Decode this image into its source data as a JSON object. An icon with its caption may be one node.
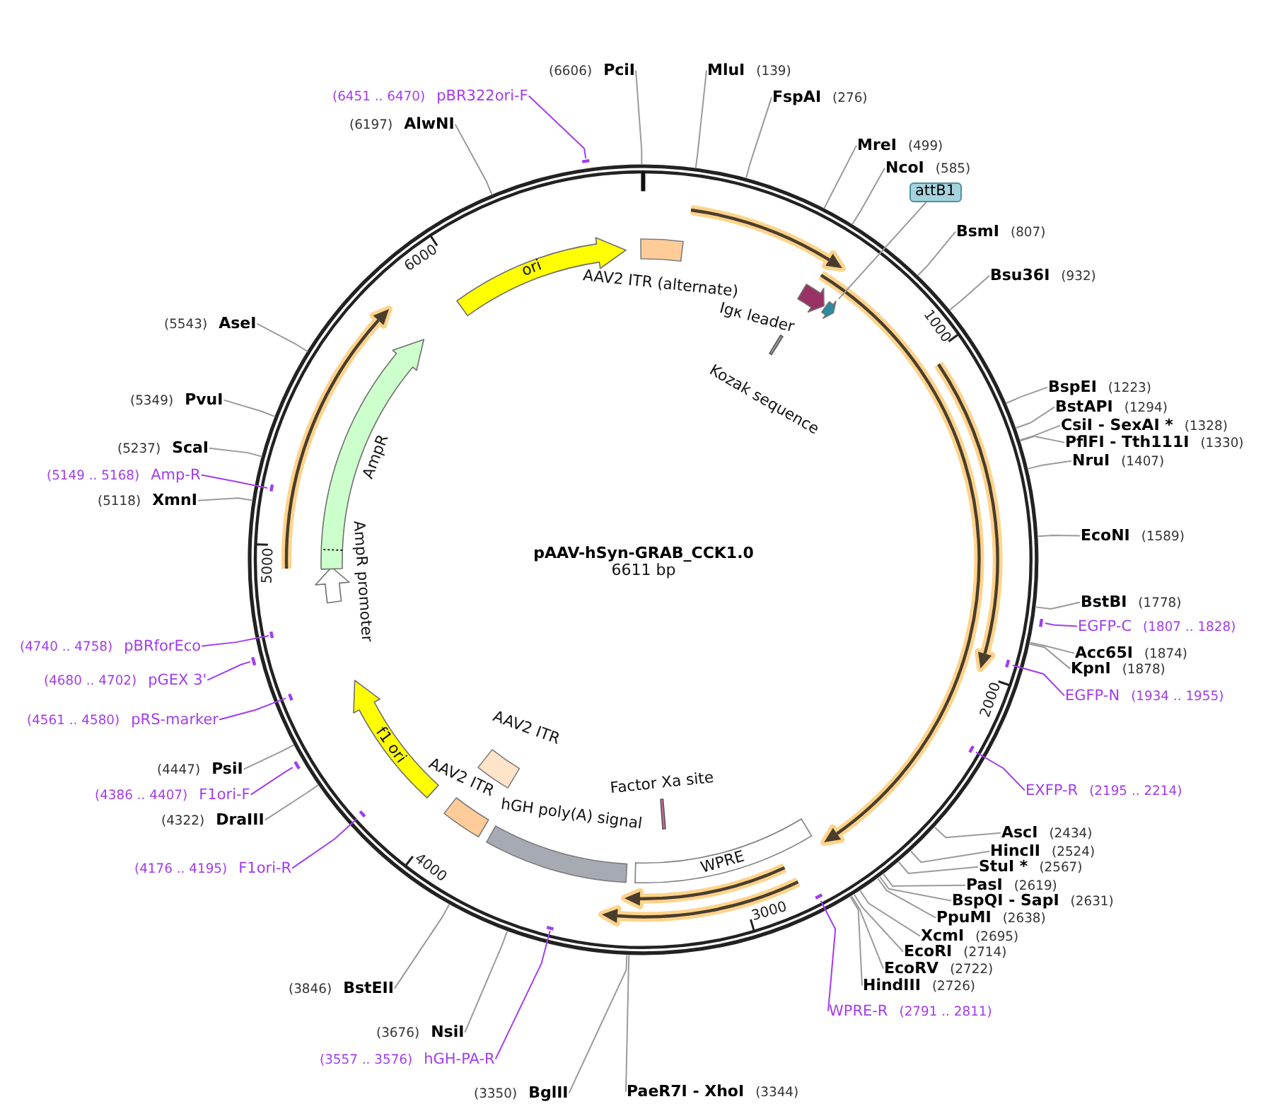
{
  "diagram": {
    "nodes": [
      {
        "text": [
          "pAAV-hSyn-GRAB_CCK1.0",
          "6611 bp"
        ]
      },
      {
        "text": [
          "AAV2 ITR (alternate)"
        ],
        "in": 0
      },
      {
        "text": [
          "Kozak sequence"
        ],
        "in": 0
      },
      {
        "text": [
          "Igκ leader"
        ],
        "in": 0
      },
      {
        "text": [],
        "shape": "arrow",
        "in": 0
      },
      {
        "text": [
          "WPRE"
        ],
        "in": 0
      },
      {
        "text": [
          "Factor Xa site"
        ],
        "in": 0
      },
      {
        "text": [
          "hGH poly(A) signal"
        ],
        "in": 0
      },
      {
        "text": [
          "AAV2 ITR"
        ],
        "in": 0
      },
      {
        "text": [
          "AAV2 ITR"
        ],
        "in": 0
      },
      {
        "text": [
          "f1 ori"
        ],
        "in": 0
      },
      {
        "text": [
          "AmpR promoter"
        ],
        "in": 0
      },
      {
        "text": [
          "AmpR"
        ],
        "in": 0
      },
      {
        "text": [
          "ori"
        ],
        "in": 0
      },
      {
        "text": [
          "(6606)",
          "PciI"
        ]
      },
      {
        "text": [
          "MluI",
          "(139)"
        ]
      },
      {
        "text": [
          "FspAI",
          "(276)"
        ]
      },
      {
        "text": [
          "MreI",
          "(499)"
        ]
      },
      {
        "text": [
          "NcoI",
          "(585)"
        ]
      },
      {
        "text": [
          "attB1"
        ]
      },
      {
        "text": [
          "BsmI",
          "(807)"
        ]
      },
      {
        "text": [
          "Bsu36I",
          "(932)"
        ]
      },
      {
        "text": [
          "BspEI",
          "(1223)"
        ]
      },
      {
        "text": [
          "BstAPI",
          "(1294)"
        ]
      },
      {
        "text": [
          "CsiI - SexAI *",
          "(1328)"
        ]
      },
      {
        "text": [
          "PflFI - Tth111I",
          "(1330)"
        ]
      },
      {
        "text": [
          "NruI",
          "(1407)"
        ]
      },
      {
        "text": [
          "EcoNI",
          "(1589)"
        ]
      },
      {
        "text": [
          "BstBI",
          "(1778)"
        ]
      },
      {
        "text": [
          "EGFP-C",
          "(1807 .. 1828)"
        ]
      },
      {
        "text": [
          "Acc65I",
          "(1874)"
        ]
      },
      {
        "text": [
          "KpnI",
          "(1878)"
        ]
      },
      {
        "text": [
          "EGFP-N",
          "(1934 .. 1955)"
        ]
      },
      {
        "text": [
          "EXFP-R",
          "(2195 .. 2214)"
        ]
      },
      {
        "text": [
          "AscI",
          "(2434)"
        ]
      },
      {
        "text": [
          "HincII",
          "(2524)"
        ]
      },
      {
        "text": [
          "StuI *",
          "(2567)"
        ]
      },
      {
        "text": [
          "PasI",
          "(2619)"
        ]
      },
      {
        "text": [
          "BspQI - SapI",
          "(2631)"
        ]
      },
      {
        "text": [
          "PpuMI",
          "(2638)"
        ]
      },
      {
        "text": [
          "XcmI",
          "(2695)"
        ]
      },
      {
        "text": [
          "EcoRI",
          "(2714)"
        ]
      },
      {
        "text": [
          "EcoRV",
          "(2722)"
        ]
      },
      {
        "text": [
          "HindIII",
          "(2726)"
        ]
      },
      {
        "text": [
          "WPRE-R",
          "(2791 .. 2811)"
        ]
      },
      {
        "text": [
          "PaeR7I - XhoI",
          "(3344)"
        ]
      },
      {
        "text": [
          "(3350)",
          "BglII"
        ]
      },
      {
        "text": [
          "(3557 .. 3576)",
          "hGH-PA-R"
        ]
      },
      {
        "text": [
          "(3676)",
          "NsiI"
        ]
      },
      {
        "text": [
          "(3846)",
          "BstEII"
        ]
      },
      {
        "text": [
          "(4176 .. 4195)",
          "F1ori-R"
        ]
      },
      {
        "text": [
          "(4322)",
          "DraIII"
        ]
      },
      {
        "text": [
          "(4386 .. 4407)",
          "F1ori-F"
        ]
      },
      {
        "text": [
          "(4447)",
          "PsiI"
        ]
      },
      {
        "text": [
          "(4561 .. 4580)",
          "pRS-marker"
        ]
      },
      {
        "text": [
          "(4680 .. 4702)",
          "pGEX 3'"
        ]
      },
      {
        "text": [
          "(4740 .. 4758)",
          "pBRforEco"
        ]
      },
      {
        "text": [
          "(5118)",
          "XmnI"
        ]
      },
      {
        "text": [
          "(5149 .. 5168)",
          "Amp-R"
        ]
      },
      {
        "text": [
          "(5237)",
          "ScaI"
        ]
      },
      {
        "text": [
          "(5349)",
          "PvuI"
        ]
      },
      {
        "text": [
          "(5543)",
          "AseI"
        ]
      },
      {
        "text": [
          "(6197)",
          "AlwNI"
        ]
      },
      {
        "text": [
          "(6451 .. 6470)",
          "pBR322ori-F"
        ]
      },
      {
        "text": [],
        "shape": "bar"
      },
      {
        "text": [],
        "shape": "bar",
        "in": 0
      },
      {
        "text": [],
        "shape": "bar",
        "in": 0
      },
      {
        "text": [],
        "shape": "bar",
        "in": 0
      },
      {
        "text": [],
        "shape": "bar",
        "in": 0
      },
      {
        "text": [],
        "shape": "bar",
        "in": 0
      },
      {
        "text": [],
        "shape": "bar"
      },
      {
        "text": [],
        "shape": "bar",
        "in": 0
      },
      {
        "text": [],
        "shape": "bar"
      },
      {
        "text": [],
        "shape": "bar",
        "in": 0
      },
      {
        "text": [],
        "shape": "bar",
        "in": 0
      },
      {
        "text": [],
        "shape": "bar"
      }
    ],
    "edges": [
      {
        "from": 14,
        "to": 0,
        "arrow": "none"
      },
      {
        "from": 15,
        "to": 0,
        "arrow": "none"
      },
      {
        "from": 16,
        "to": 0,
        "arrow": "none"
      },
      {
        "from": 17,
        "to": 0,
        "arrow": "none"
      },
      {
        "from": 18,
        "to": 0,
        "arrow": "none"
      },
      {
        "from": 19,
        "to": 4,
        "arrow": "none"
      },
      {
        "from": 20,
        "to": 0,
        "arrow": "none"
      },
      {
        "from": 21,
        "to": 0,
        "arrow": "none"
      },
      {
        "from": 22,
        "to": 0,
        "arrow": "none"
      },
      {
        "from": 23,
        "to": 0,
        "arrow": "none"
      },
      {
        "from": 24,
        "to": 0,
        "arrow": "none"
      },
      {
        "from": 25,
        "to": 0,
        "arrow": "none"
      },
      {
        "from": 26,
        "to": 0,
        "arrow": "none"
      },
      {
        "from": 27,
        "to": 0,
        "arrow": "none"
      },
      {
        "from": 28,
        "to": 0,
        "arrow": "none"
      },
      {
        "from": 29,
        "to": 64,
        "arrow": "none",
        "color": "#a23cf0"
      },
      {
        "from": 30,
        "to": 0,
        "arrow": "none"
      },
      {
        "from": 31,
        "to": 0,
        "arrow": "none"
      },
      {
        "from": 32,
        "to": 65,
        "arrow": "none",
        "color": "#a23cf0"
      },
      {
        "from": 33,
        "to": 66,
        "arrow": "none",
        "color": "#a23cf0"
      },
      {
        "from": 34,
        "to": 0,
        "arrow": "none"
      },
      {
        "from": 35,
        "to": 0,
        "arrow": "none"
      },
      {
        "from": 36,
        "to": 0,
        "arrow": "none"
      },
      {
        "from": 37,
        "to": 0,
        "arrow": "none"
      },
      {
        "from": 38,
        "to": 0,
        "arrow": "none"
      },
      {
        "from": 39,
        "to": 0,
        "arrow": "none"
      },
      {
        "from": 40,
        "to": 0,
        "arrow": "none"
      },
      {
        "from": 41,
        "to": 0,
        "arrow": "none"
      },
      {
        "from": 42,
        "to": 0,
        "arrow": "none"
      },
      {
        "from": 43,
        "to": 0,
        "arrow": "none"
      },
      {
        "from": 44,
        "to": 67,
        "arrow": "none",
        "color": "#a23cf0"
      },
      {
        "from": 45,
        "to": 0,
        "arrow": "none"
      },
      {
        "from": 46,
        "to": 0,
        "arrow": "none"
      },
      {
        "from": 47,
        "to": 68,
        "arrow": "none",
        "color": "#a23cf0"
      },
      {
        "from": 48,
        "to": 0,
        "arrow": "none"
      },
      {
        "from": 49,
        "to": 0,
        "arrow": "none"
      },
      {
        "from": 50,
        "to": 69,
        "arrow": "none",
        "color": "#a23cf0"
      },
      {
        "from": 51,
        "to": 0,
        "arrow": "none"
      },
      {
        "from": 52,
        "to": 70,
        "arrow": "none",
        "color": "#a23cf0"
      },
      {
        "from": 53,
        "to": 0,
        "arrow": "none"
      },
      {
        "from": 54,
        "to": 71,
        "arrow": "none",
        "color": "#a23cf0"
      },
      {
        "from": 55,
        "to": 72,
        "arrow": "none",
        "color": "#a23cf0"
      },
      {
        "from": 56,
        "to": 73,
        "arrow": "none",
        "color": "#a23cf0"
      },
      {
        "from": 57,
        "to": 0,
        "arrow": "none"
      },
      {
        "from": 58,
        "to": 74,
        "arrow": "none",
        "color": "#a23cf0"
      },
      {
        "from": 59,
        "to": 0,
        "arrow": "none"
      },
      {
        "from": 60,
        "to": 0,
        "arrow": "none"
      },
      {
        "from": 61,
        "to": 0,
        "arrow": "none"
      },
      {
        "from": 62,
        "to": 0,
        "arrow": "none"
      },
      {
        "from": 63,
        "to": 75,
        "arrow": "none",
        "color": "#a23cf0"
      }
    ],
    "labels": [
      "1000",
      "2000",
      "3000",
      "4000",
      "5000",
      "6000"
    ]
  }
}
